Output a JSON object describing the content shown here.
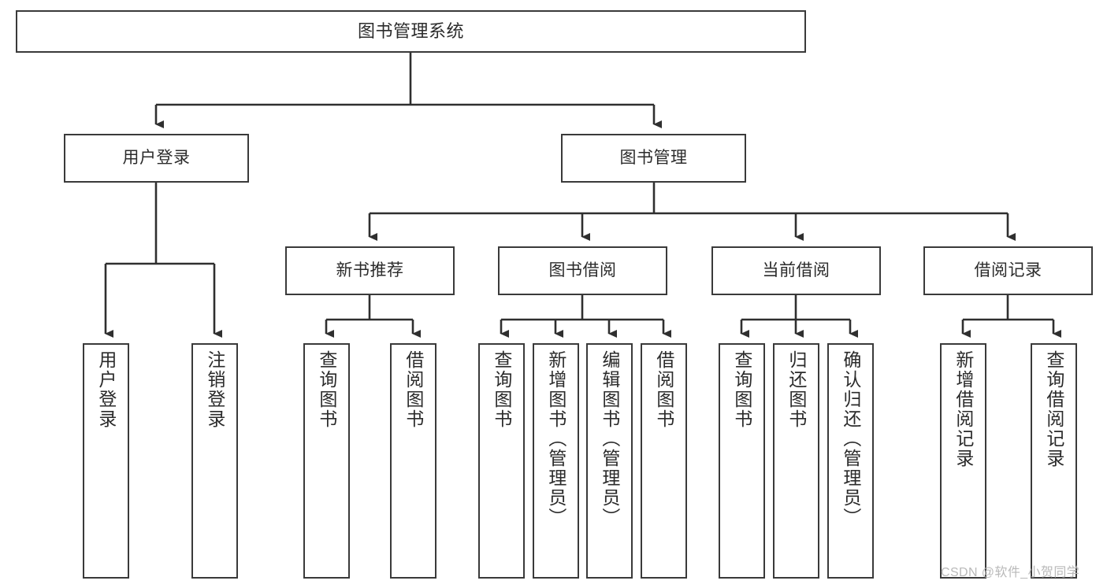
{
  "diagram": {
    "title": "图书管理系统",
    "type": "function-hierarchy-tree",
    "root": {
      "id": "root",
      "label": "图书管理系统"
    },
    "level2": [
      {
        "id": "user-login",
        "label": "用户登录"
      },
      {
        "id": "book-manage",
        "label": "图书管理"
      }
    ],
    "level3": [
      {
        "id": "new-book-rec",
        "label": "新书推荐",
        "parent": "book-manage"
      },
      {
        "id": "book-borrow",
        "label": "图书借阅",
        "parent": "book-manage"
      },
      {
        "id": "current-borrow",
        "label": "当前借阅",
        "parent": "book-manage"
      },
      {
        "id": "borrow-record",
        "label": "借阅记录",
        "parent": "book-manage"
      }
    ],
    "leaves": [
      {
        "id": "leaf-user-login",
        "label": "用户登录",
        "parent": "user-login"
      },
      {
        "id": "leaf-user-logout",
        "label": "注销登录",
        "parent": "user-login"
      },
      {
        "id": "leaf-query-book-1",
        "label": "查询图书",
        "parent": "new-book-rec"
      },
      {
        "id": "leaf-borrow-book-1",
        "label": "借阅图书",
        "parent": "new-book-rec"
      },
      {
        "id": "leaf-query-book-2",
        "label": "查询图书",
        "parent": "book-borrow"
      },
      {
        "id": "leaf-add-book",
        "label": "新增图书（管理员）",
        "parent": "book-borrow"
      },
      {
        "id": "leaf-edit-book",
        "label": "编辑图书（管理员）",
        "parent": "book-borrow"
      },
      {
        "id": "leaf-borrow-book-2",
        "label": "借阅图书",
        "parent": "book-borrow"
      },
      {
        "id": "leaf-query-book-3",
        "label": "查询图书",
        "parent": "current-borrow"
      },
      {
        "id": "leaf-return-book",
        "label": "归还图书",
        "parent": "current-borrow"
      },
      {
        "id": "leaf-confirm-return",
        "label": "确认归还（管理员）",
        "parent": "current-borrow"
      },
      {
        "id": "leaf-add-record",
        "label": "新增借阅记录",
        "parent": "borrow-record"
      },
      {
        "id": "leaf-query-record",
        "label": "查询借阅记录",
        "parent": "borrow-record"
      }
    ]
  },
  "watermark": {
    "text": "CSDN @软件_小贺同学"
  },
  "colors": {
    "box_border": "#3a3a3a",
    "box_fill": "#ffffff",
    "text": "#2b2b2b",
    "connector": "#2f2f2f",
    "watermark": "#b9b9b9",
    "background": "#ffffff"
  }
}
